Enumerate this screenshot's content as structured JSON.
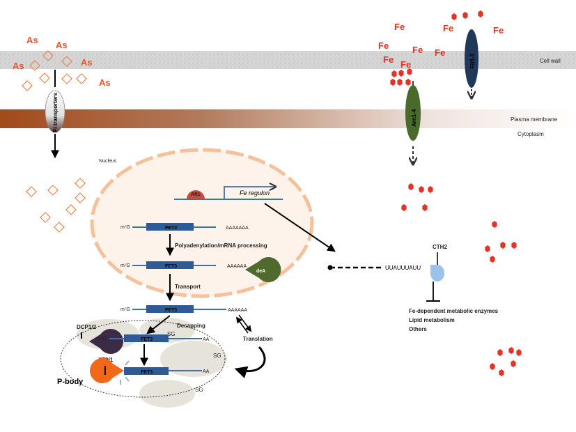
{
  "labels": {
    "cell_wall": "Cell wall",
    "plasma_membrane": "Plasma membrane",
    "cytoplasm": "Cytoplasm",
    "nucleus": "Nucleus",
    "pi_transporters": "Pi transporters",
    "arn": "Arn1-4",
    "fit": "Fit1-3",
    "aft1": "Aft1",
    "fe_regulon": "Fe regulon",
    "fet3": "FET3",
    "m7g": "m⁷G",
    "poly_a_long": "AAAAAAA",
    "poly_a_mid": "AAAAAA",
    "poly_a_short": "AA",
    "polyadenylation": "Polyadenylation/mRNA processing",
    "dea": "deA",
    "transport": "Transport",
    "decapping": "Decapping",
    "translation": "Translation",
    "dcp": "DCP1/2",
    "xrn1": "XRN1",
    "p_body": "P-body",
    "sg": "SG",
    "are": "UUAUUUAUU",
    "cth2": "CTH2",
    "target_1": "Fe-dependent metabolic enzymes",
    "target_2": "Lipid metabolism",
    "target_3": "Others",
    "as": "As",
    "fe": "Fe"
  },
  "colors": {
    "arsenic": "#e8542c",
    "iron": "#e53224",
    "membrane": "#a0522d",
    "nucleus": "#f5c19a",
    "mrna": "#3a6fb0",
    "gene_box": "#2e5a96",
    "arn": "#4a6a2c",
    "fit": "#20385a",
    "cth2": "#9cc2e8",
    "xrn1": "#f06818",
    "dcp": "#3c2b44"
  }
}
